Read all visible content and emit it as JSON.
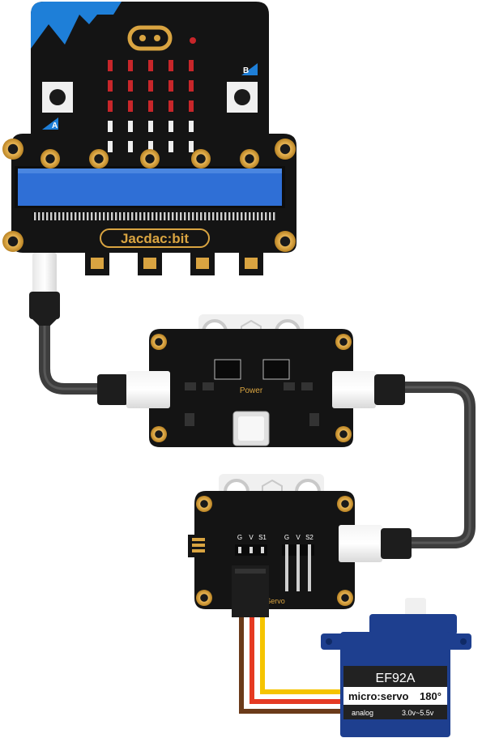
{
  "microbit": {
    "button_a_label": "A",
    "button_b_label": "B"
  },
  "jacdac_bit": {
    "logo_text": "Jacdac:bit"
  },
  "power_module": {
    "label": "Power"
  },
  "servo_module": {
    "label": "Servo",
    "header1_pins": [
      "G",
      "V",
      "S1"
    ],
    "header2_pins": [
      "G",
      "V",
      "S2"
    ]
  },
  "servo_motor": {
    "model": "EF92A",
    "brand": "micro:servo",
    "angle": "180°",
    "signal_type": "analog",
    "voltage": "3.0v~5.5v"
  },
  "colors": {
    "microbit_blue": "#1e7fd8",
    "edge_blue": "#2f6fd6",
    "pcb_black": "#111111",
    "led_red": "#c8262a",
    "gold": "#d9a441",
    "cable_gray": "#4a4a4a",
    "servo_blue": "#1e3f8f",
    "wire_brown": "#6b3b1a",
    "wire_red": "#e53a23",
    "wire_yellow": "#f5c400"
  }
}
